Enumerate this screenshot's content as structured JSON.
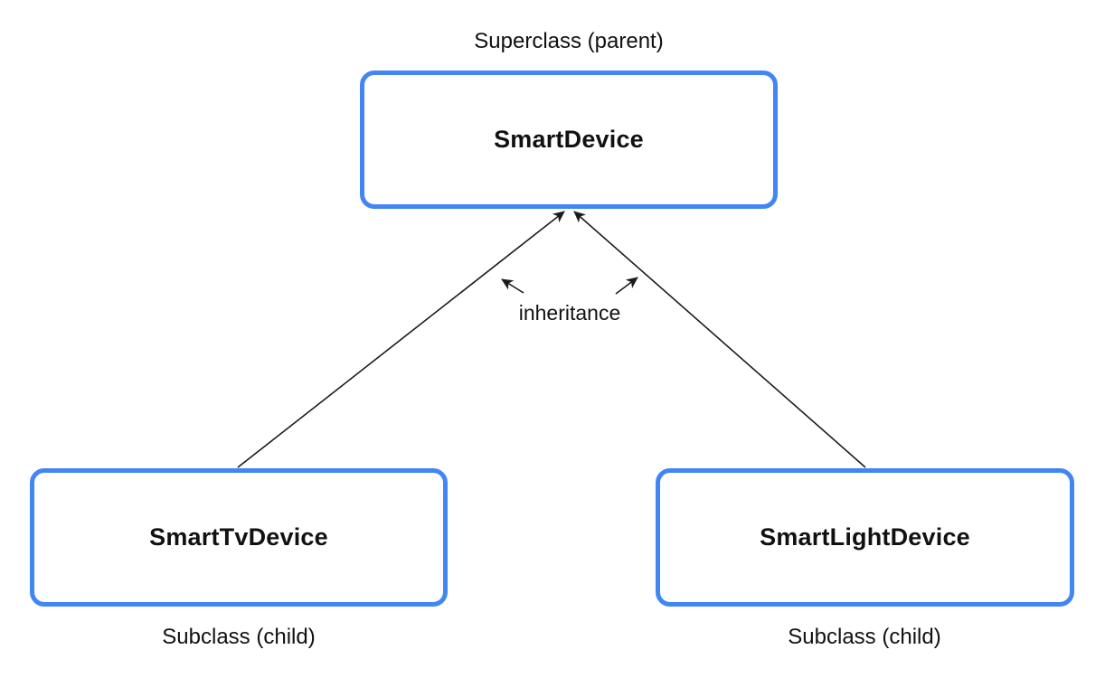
{
  "diagram": {
    "superclass_caption": "Superclass (parent)",
    "superclass": {
      "name": "SmartDevice"
    },
    "subclasses": [
      {
        "name": "SmartTvDevice",
        "caption": "Subclass (child)"
      },
      {
        "name": "SmartLightDevice",
        "caption": "Subclass (child)"
      }
    ],
    "relationship_label": "inheritance",
    "colors": {
      "box_border": "#4285F4",
      "text": "#111111",
      "line": "#1b1b1b",
      "background": "#ffffff"
    }
  }
}
